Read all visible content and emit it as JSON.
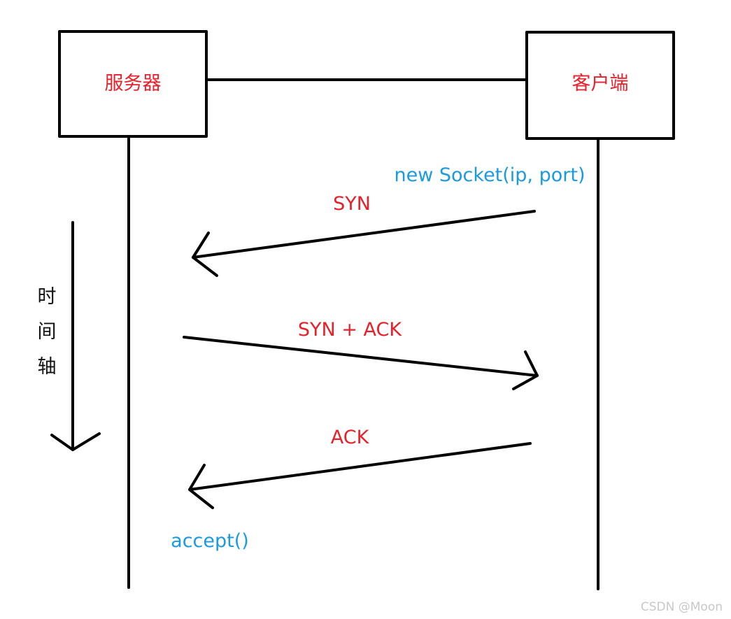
{
  "nodes": {
    "server": {
      "label": "服务器"
    },
    "client": {
      "label": "客户端"
    }
  },
  "messages": [
    {
      "label": "SYN",
      "from": "客户端",
      "to": "服务器"
    },
    {
      "label": "SYN + ACK",
      "from": "服务器",
      "to": "客户端"
    },
    {
      "label": "ACK",
      "from": "客户端",
      "to": "服务器"
    }
  ],
  "annotations": {
    "client_call": "new Socket(ip, port)",
    "server_call": "accept()"
  },
  "timeline": {
    "chars": [
      "时",
      "间",
      "轴"
    ]
  },
  "watermark": "CSDN @Moon",
  "colors": {
    "message_label": "#e8202a",
    "node_label": "#e8202a",
    "code_label": "#1a9ae0",
    "lines": "#000000"
  }
}
